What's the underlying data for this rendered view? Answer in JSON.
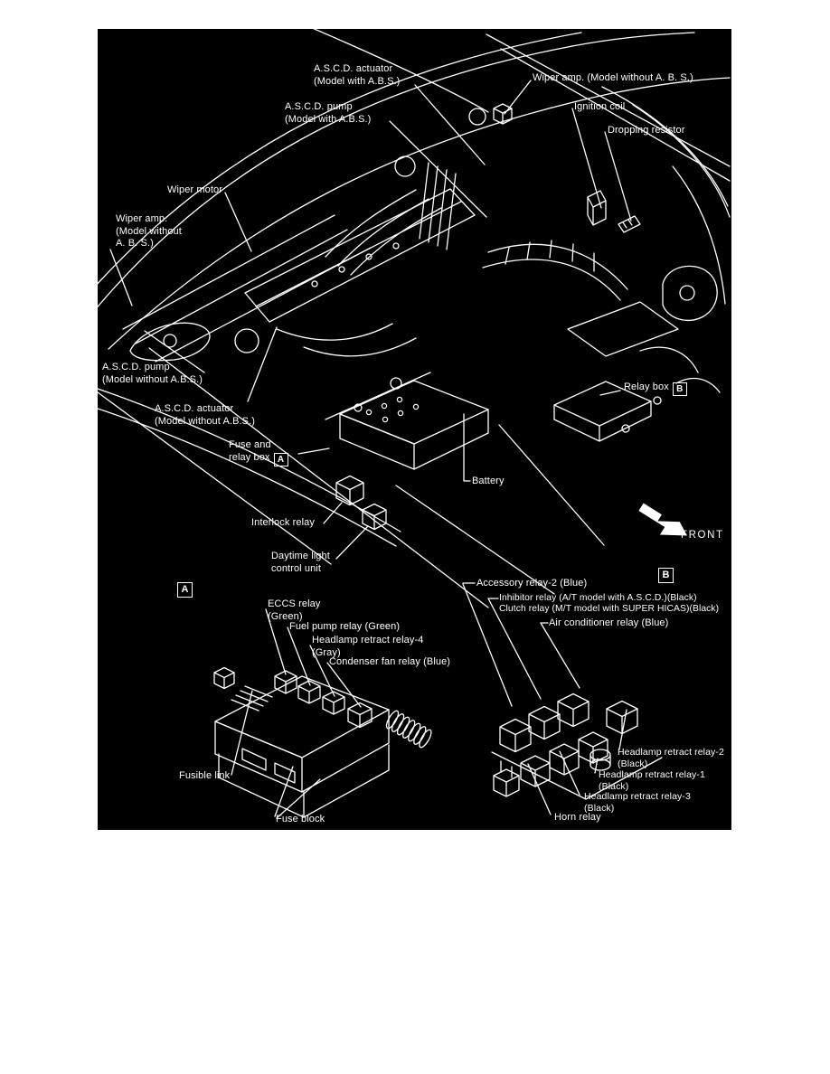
{
  "diagram": {
    "colors": {
      "page_background": "#ffffff",
      "diagram_background": "#000000",
      "line": "#ffffff"
    },
    "front_label": "FRONT",
    "marker_a": "A",
    "marker_b": "B",
    "labels": {
      "ascd_actuator_abs": {
        "l1": "A.S.C.D. actuator",
        "l2": "(Model with A.B.S.)"
      },
      "ascd_pump_abs": {
        "l1": "A.S.C.D. pump",
        "l2": "(Model with A.B.S.)"
      },
      "wiper_amp_top": {
        "l1": "Wiper amp. (Model without A. B. S.)"
      },
      "ignition_coil": {
        "l1": "Ignition coil"
      },
      "dropping_resistor": {
        "l1": "Dropping resistor"
      },
      "wiper_motor": {
        "l1": "Wiper motor"
      },
      "wiper_amp_left": {
        "l1": "Wiper amp.",
        "l2": "(Model without",
        "l3": "A. B. S.)"
      },
      "ascd_pump_left": {
        "l1": "A.S.C.D. pump",
        "l2": "(Model without A.B.S.)"
      },
      "ascd_actuator_left": {
        "l1": "A.S.C.D. actuator",
        "l2": "(Model without A.B.S.)"
      },
      "fuse_relay_box": {
        "l1": "Fuse and",
        "l2": "relay box"
      },
      "interlock_relay": {
        "l1": "Interlock relay"
      },
      "daytime_light": {
        "l1": "Daytime light",
        "l2": "control unit"
      },
      "battery": {
        "l1": "Battery"
      },
      "relay_box_b": {
        "l1": "Relay box"
      },
      "eccs_relay": {
        "l1": "ECCS relay",
        "l2": "(Green)"
      },
      "fuel_pump_relay": {
        "l1": "Fuel pump relay (Green)"
      },
      "headlamp_retract_4": {
        "l1": "Headlamp retract relay-4",
        "l2": "(Gray)"
      },
      "condenser_fan_relay": {
        "l1": "Condenser fan relay (Blue)"
      },
      "fusible_link": {
        "l1": "Fusible link"
      },
      "fuse_block": {
        "l1": "Fuse block"
      },
      "accessory_relay_2": {
        "l1": "Accessory relay-2 (Blue)"
      },
      "inhibitor_relay": {
        "l1": "Inhibitor relay (A/T model with A.S.C.D.)(Black)"
      },
      "clutch_relay": {
        "l1": "Clutch relay (M/T model with SUPER HICAS)(Black)"
      },
      "air_conditioner_relay": {
        "l1": "Air conditioner relay (Blue)"
      },
      "headlamp_retract_2": {
        "l1": "Headlamp retract relay-2",
        "l2": "(Black)"
      },
      "headlamp_retract_1": {
        "l1": "Headlamp retract relay-1",
        "l2": "(Black)"
      },
      "headlamp_retract_3": {
        "l1": "Headlamp retract relay-3",
        "l2": "(Black)"
      },
      "horn_relay": {
        "l1": "Horn relay"
      }
    }
  }
}
